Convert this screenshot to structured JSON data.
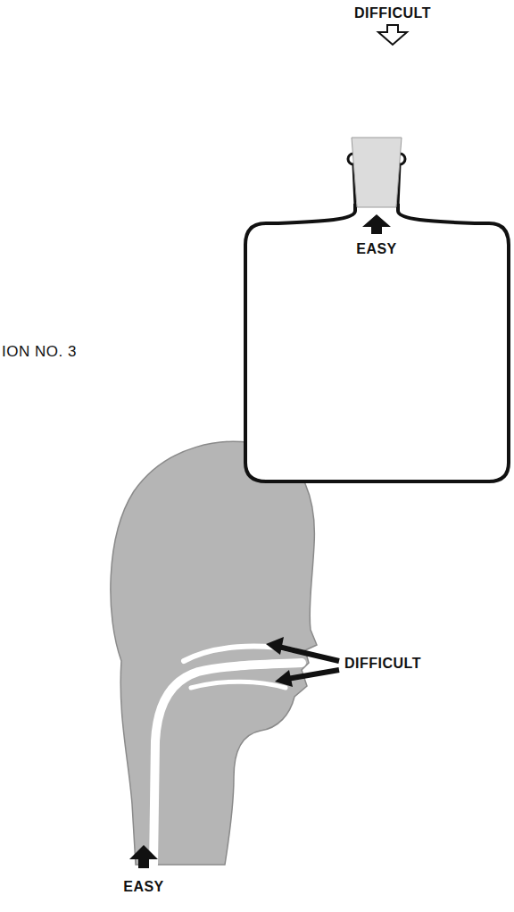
{
  "diagram": {
    "nodes": [
      {
        "text": [
          "EASY"
        ]
      }
    ],
    "labels": [
      "ION NO. 3",
      "DIFFICULT",
      "DIFFICULT",
      "EASY"
    ]
  }
}
